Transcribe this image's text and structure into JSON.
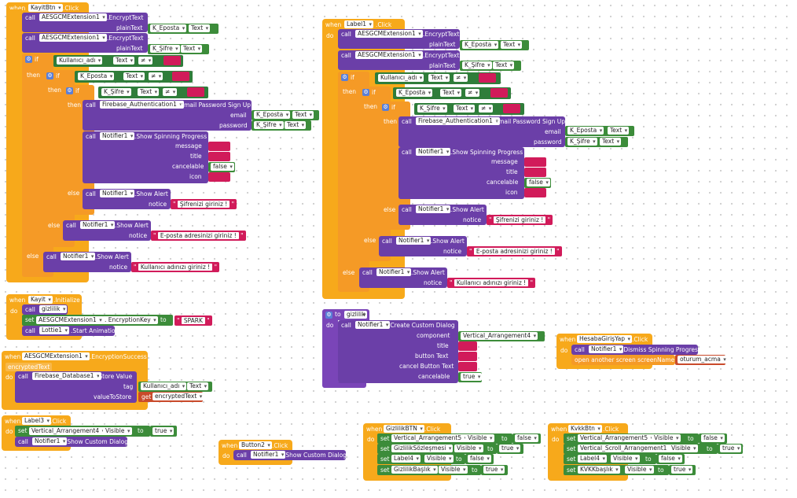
{
  "kw": {
    "when": "when",
    "do": "do",
    "call": "call",
    "if": "if",
    "then": "then",
    "else": "else",
    "set": "set",
    "to": "to",
    "get": "get",
    "notEq": "≠"
  },
  "b1": {
    "comp": "KayitBtn",
    "evt": ".Click",
    "enc": "AESGCMExtension1",
    "encFn": ".EncryptText",
    "plain": "plainText",
    "ep": "K_Eposta",
    "sf": "K_Şifre",
    "text": "Text",
    "ka": "Kullanıcı_adı",
    "auth": "Firebase_Authentication1",
    "authFn": ".Email Password Sign Up",
    "email": "email",
    "password": "password",
    "notif": "Notifier1",
    "spin": ".Show Spinning Progress",
    "message": "message",
    "title": "title",
    "cancelable": "cancelable",
    "icon": "icon",
    "false": "false",
    "alert": ".Show Alert",
    "notice": "notice",
    "m1": "Şifrenizi giriniz !",
    "m2": "E-posta adresinizi giriniz !",
    "m3": "Kullanıcı adınızı giriniz !"
  },
  "b2": {
    "comp": "Label1",
    "evt": ".Click"
  },
  "b3": {
    "comp": "Kayit",
    "evt": ".Initialize",
    "proc": "gizlilik",
    "enc": "AESGCMExtension1",
    "key": ". EncryptionKey",
    "keyVal": "SPARK",
    "lottie": "Lottie1",
    "lottieFn": ".Start Animation"
  },
  "b4": {
    "comp": "AESGCMExtension1",
    "evt": ".EncryptionSuccess",
    "param": "encryptedText",
    "db": "Firebase_Database1",
    "dbFn": ".Store Value",
    "tag": "tag",
    "ka": "Kullanıcı_adı",
    "text": "Text",
    "vts": "valueToStore",
    "getv": "encryptedText"
  },
  "b5": {
    "to": "to",
    "name": "gizlilik",
    "notif": "Notifier1",
    "fn": ".Create Custom Dialog",
    "component": "component",
    "compVal": "Vertical_Arrangement4",
    "title": "title",
    "bt": "button Text",
    "cbt": "cancel Button Text",
    "cancelable": "cancelable",
    "tv": "true"
  },
  "b6": {
    "comp": "HesabaGirişYap",
    "evt": ".Click",
    "notif": "Notifier1",
    "fn": ".Dismiss Spinning Progress",
    "open": "open another screen  screenName",
    "screen": "oturum_acma"
  },
  "b7": {
    "comp": "Label3",
    "evt": ".Click",
    "va": "Vertical_Arrangement4",
    "visible": "Visible",
    "tv": "true",
    "notif": "Notifier1",
    "fn": ".Show Custom Dialog"
  },
  "b8": {
    "comp": "Button2",
    "evt": ".Click",
    "notif": "Notifier1",
    "fn": ".Show Custom Dialog"
  },
  "b9": {
    "comp": "GizlilikBTN",
    "evt": ".Click",
    "r1": "Vertical_Arrangement5",
    "r2": "GizlilikSözleşmesi",
    "r3": "Label4",
    "r4": "GizlilikBaşlık",
    "visible": "Visible",
    "v1": "false",
    "v2": "true",
    "v3": "false",
    "v4": "true"
  },
  "b10": {
    "comp": "KvkkBtn",
    "evt": ".Click",
    "r1": "Vertical_Arrangement5",
    "r2": "Vertical_Scroll_Arrangement1",
    "r3": "Label4",
    "r4": "KVKKbaşlık",
    "visible": "Visible",
    "v1": "false",
    "v2": "true",
    "v3": "false",
    "v4": "true"
  },
  "colors": {
    "event": "#f7a91b",
    "call": "#6b3fa8",
    "control": "#f59a26",
    "property": "#3c8c3a",
    "text": "#d11b5a",
    "variable": "#c94a2b"
  }
}
